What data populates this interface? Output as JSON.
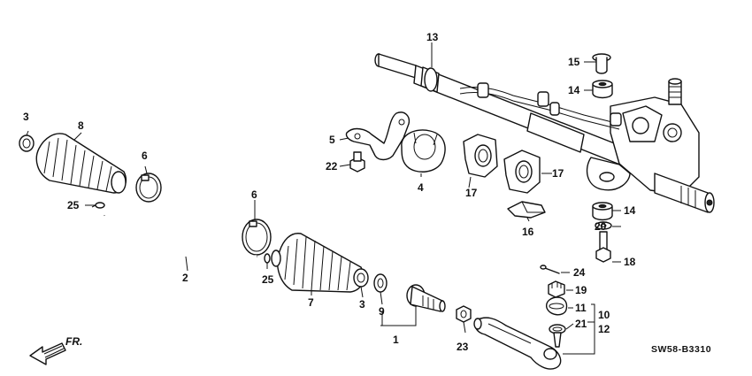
{
  "diagram_code": "SW58-B3310",
  "direction_label": "FR.",
  "callouts": {
    "c1": "1",
    "c2": "2",
    "c3a": "3",
    "c3b": "3",
    "c4": "4",
    "c5": "5",
    "c6a": "6",
    "c6b": "6",
    "c7": "7",
    "c8": "8",
    "c9": "9",
    "c10": "10",
    "c11": "11",
    "c12": "12",
    "c13": "13",
    "c14a": "14",
    "c14b": "14",
    "c15": "15",
    "c16": "16",
    "c17a": "17",
    "c17b": "17",
    "c18": "18",
    "c19": "19",
    "c20": "20",
    "c21": "21",
    "c22": "22",
    "c23": "23",
    "c24": "24",
    "c25a": "25",
    "c25b": "25"
  }
}
